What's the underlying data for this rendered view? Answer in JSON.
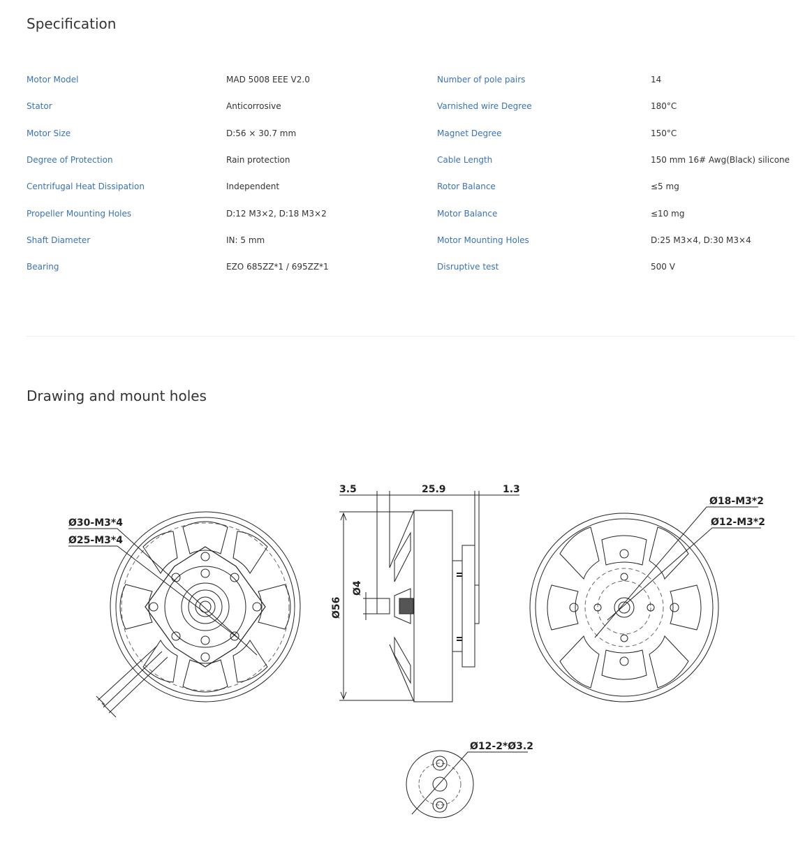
{
  "specification": {
    "title": "Specification",
    "rows": [
      {
        "left_label": "Motor Model",
        "left_value": "MAD 5008 EEE V2.0",
        "right_label": "Number of pole pairs",
        "right_value": "14"
      },
      {
        "left_label": "Stator",
        "left_value": "Anticorrosive",
        "right_label": "Varnished wire Degree",
        "right_value": "180°C"
      },
      {
        "left_label": "Motor Size",
        "left_value": "D:56 × 30.7 mm",
        "right_label": "Magnet Degree",
        "right_value": "150°C"
      },
      {
        "left_label": "Degree of Protection",
        "left_value": "Rain protection",
        "right_label": "Cable Length",
        "right_value": "150 mm 16# Awg(Black) silicone"
      },
      {
        "left_label": "Centrifugal Heat Dissipation",
        "left_value": "Independent",
        "right_label": "Rotor Balance",
        "right_value": "≤5 mg"
      },
      {
        "left_label": "Propeller Mounting Holes",
        "left_value": "D:12 M3×2,  D:18 M3×2",
        "right_label": "Motor Balance",
        "right_value": "≤10 mg"
      },
      {
        "left_label": "Shaft Diameter",
        "left_value": "IN: 5 mm",
        "right_label": "Motor Mounting Holes",
        "right_value": "D:25 M3×4, D:30 M3×4"
      },
      {
        "left_label": "Bearing",
        "left_value": "EZO 685ZZ*1 / 695ZZ*1",
        "right_label": "Disruptive test",
        "right_value": "500 V"
      }
    ]
  },
  "drawing": {
    "title": "Drawing and mount holes",
    "labels": {
      "d30": "Ø30-M3*4",
      "d25": "Ø25-M3*4",
      "dim_35": "3.5",
      "dim_259": "25.9",
      "dim_13": "1.3",
      "d4": "Ø4",
      "d56": "Ø56",
      "d18": "Ø18-M3*2",
      "d12": "Ø12-M3*2",
      "d12_small": "Ø12-2*Ø3.2"
    }
  }
}
